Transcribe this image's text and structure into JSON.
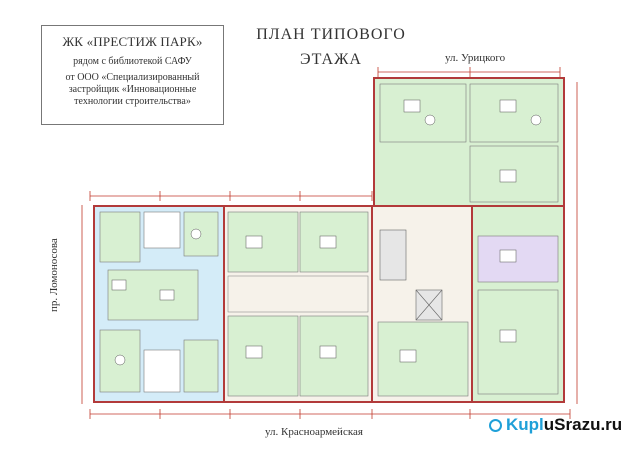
{
  "info": {
    "title": "ЖК «ПРЕСТИЖ ПАРК»",
    "location": "рядом с библиотекой САФУ",
    "developer": [
      "от ООО «Специализированный",
      "застройщик «Инновационные",
      "технологии строительства»"
    ]
  },
  "plan_title": [
    "ПЛАН ТИПОВОГО",
    "ЭТАЖА"
  ],
  "streets": {
    "top": "ул. Урицкого",
    "bottom": "ул. Красноармейская",
    "left": "пр. Ломоносова"
  },
  "colors": {
    "wall": "#b23a3a",
    "dimension": "#c0392b",
    "apt_green": "#d8f0d2",
    "apt_blue": "#d4ecf8",
    "apt_purple": "#e3d9f3",
    "corridor": "#f6f2ea",
    "stair": "#e6e6e6"
  },
  "watermark": {
    "part1": "Kupl",
    "part2": "uSrazu.ru"
  }
}
